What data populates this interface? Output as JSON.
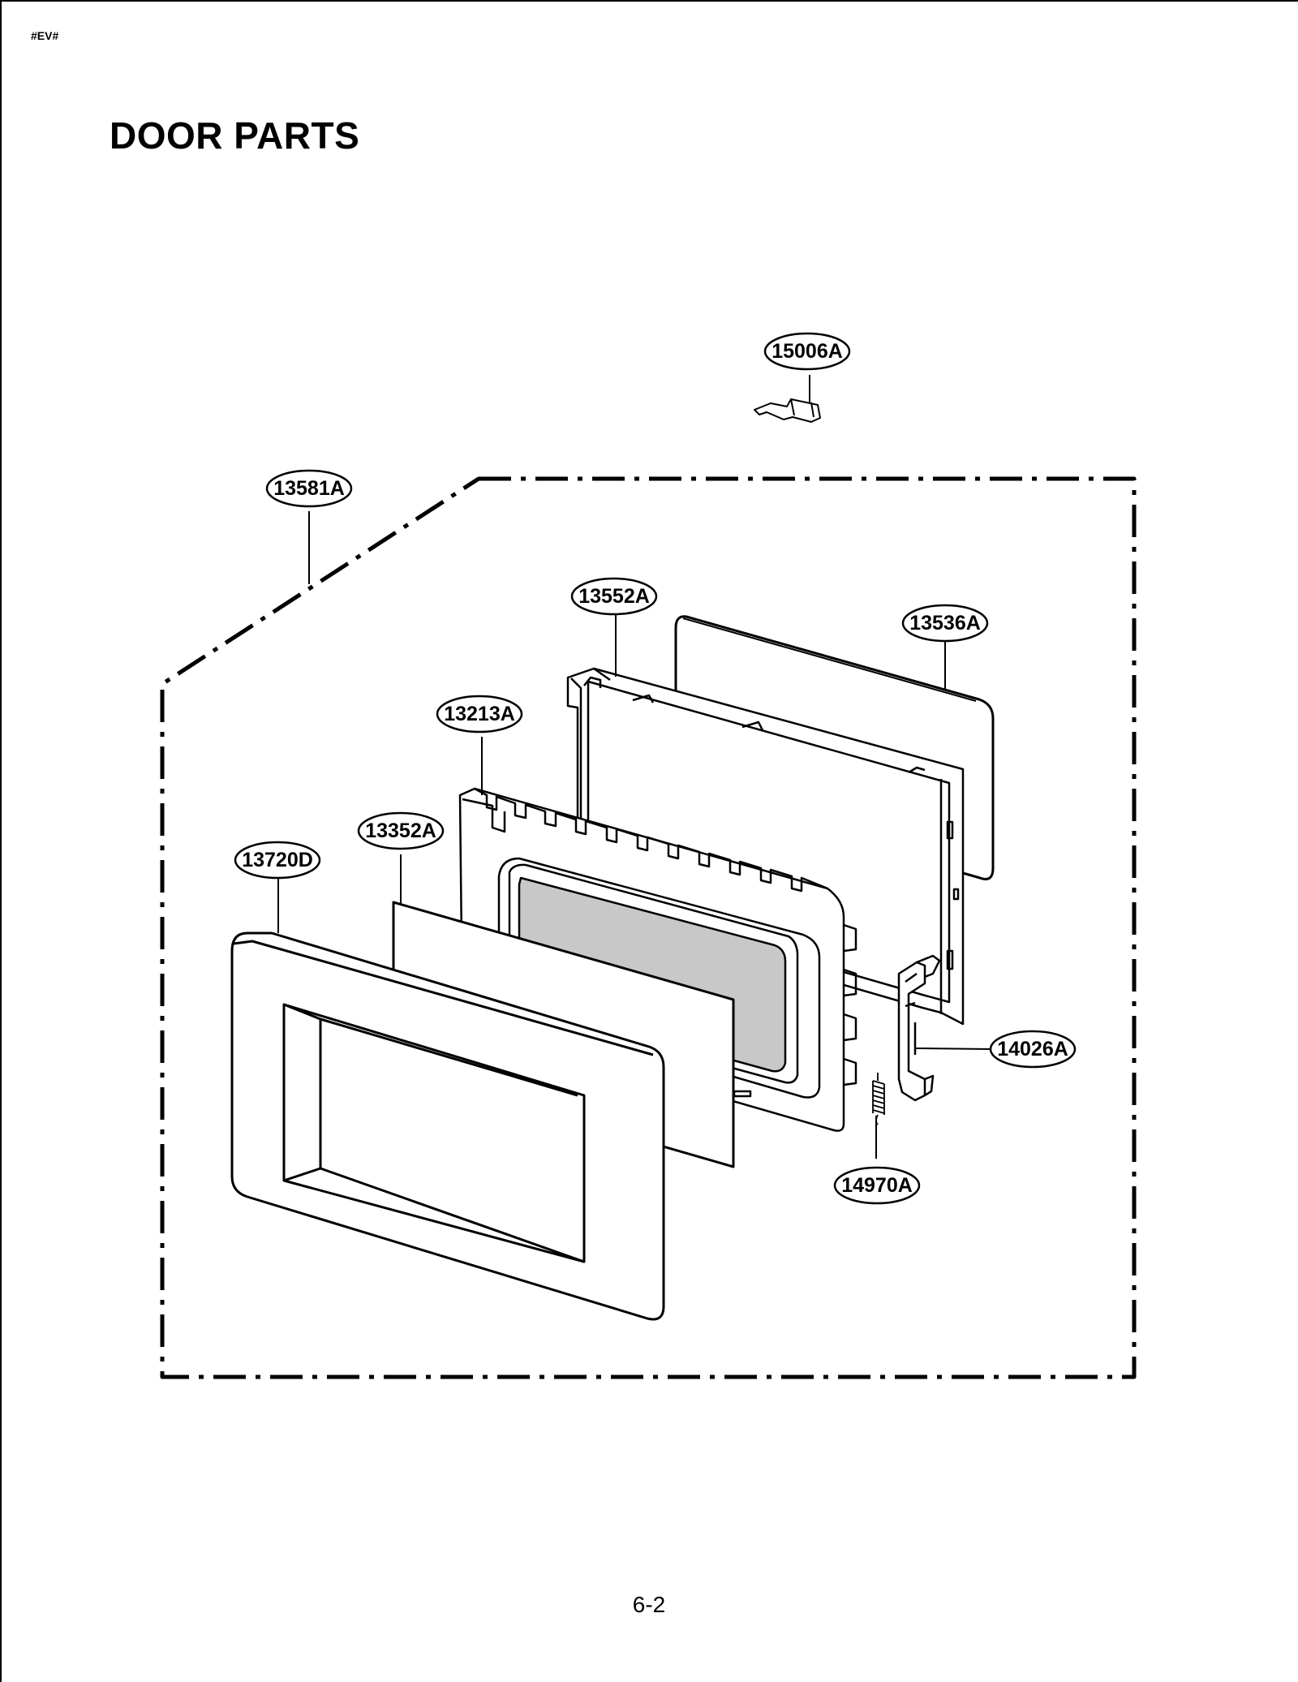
{
  "header": {
    "code": "#EV#",
    "title": "DOOR PARTS"
  },
  "footer": {
    "page_number": "6-2"
  },
  "parts": {
    "latch_bracket": "15006A",
    "door_assembly": "13581A",
    "choke_cover": "13552A",
    "door_panel": "13536A",
    "door_frame": "13213A",
    "glass_sheet": "13352A",
    "door_front": "13720D",
    "latch_hook": "14026A",
    "spring": "14970A"
  }
}
